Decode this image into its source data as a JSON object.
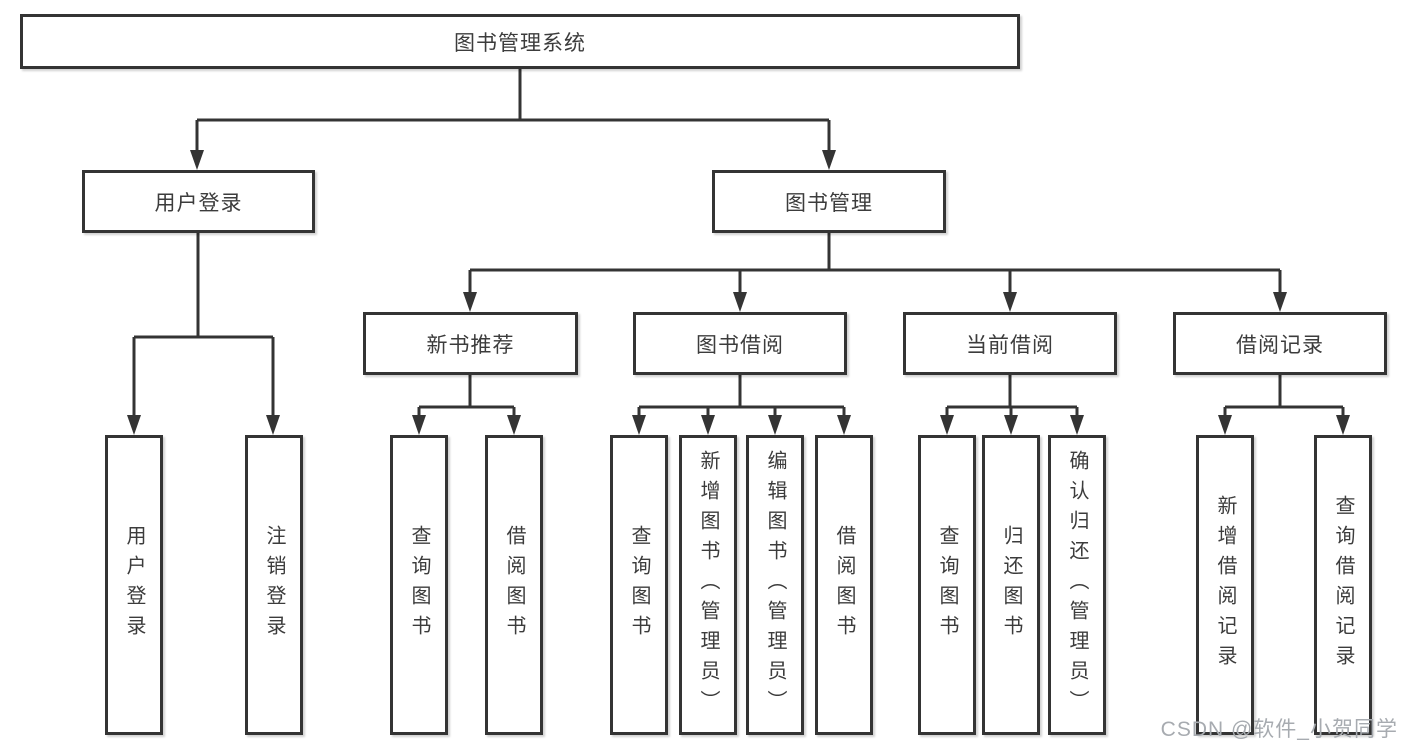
{
  "watermark": "CSDN @软件_小贺同学",
  "tree": {
    "root": "图书管理系统",
    "user_login": {
      "label": "用户登录",
      "children": [
        "用户登录",
        "注销登录"
      ]
    },
    "book_management": {
      "label": "图书管理",
      "groups": [
        {
          "label": "新书推荐",
          "children": [
            "查询图书",
            "借阅图书"
          ]
        },
        {
          "label": "图书借阅",
          "children": [
            "查询图书",
            "新增图书（管理员）",
            "编辑图书（管理员）",
            "借阅图书"
          ]
        },
        {
          "label": "当前借阅",
          "children": [
            "查询图书",
            "归还图书",
            "确认归还（管理员）"
          ]
        },
        {
          "label": "借阅记录",
          "children": [
            "新增借阅记录",
            "查询借阅记录"
          ]
        }
      ]
    }
  },
  "colors": {
    "line": "#343434",
    "text": "#3c3c3c",
    "background": "#ffffff",
    "watermark": "#a7abb0"
  }
}
